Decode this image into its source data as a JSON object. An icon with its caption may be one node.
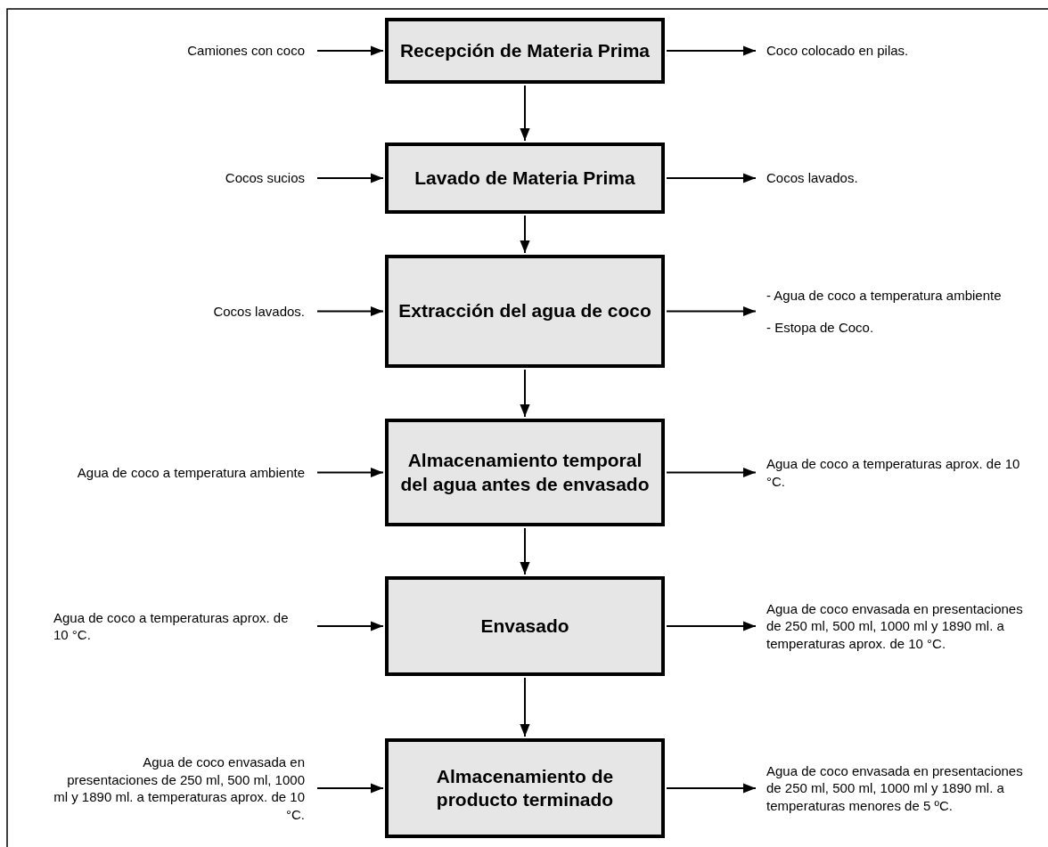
{
  "diagram": {
    "nodes": [
      {
        "text": [
          "Camiones con coco"
        ]
      },
      {
        "text": [
          "Recepción de Materia Prima"
        ]
      },
      {
        "text": [
          "Coco colocado en pilas."
        ]
      },
      {
        "text": [
          "Cocos sucios"
        ]
      },
      {
        "text": [
          "Lavado de Materia Prima"
        ]
      },
      {
        "text": [
          "Cocos lavados."
        ]
      },
      {
        "text": [
          "Cocos lavados."
        ]
      },
      {
        "text": [
          "Extracción del agua de coco"
        ]
      },
      {
        "text": [
          "- Agua de coco a temperatura ambiente",
          "- Estopa de Coco."
        ]
      },
      {
        "text": [
          "Agua de coco a temperatura ambiente"
        ]
      },
      {
        "text": [
          "Almacenamiento temporal del agua antes de envasado"
        ]
      },
      {
        "text": [
          "Agua de coco a temperaturas aprox. de 10 °C."
        ]
      },
      {
        "text": [
          "Agua de coco a temperaturas aprox. de 10 °C."
        ]
      },
      {
        "text": [
          "Envasado"
        ]
      },
      {
        "text": [
          "Agua de coco envasada en presentaciones de 250 ml, 500 ml, 1000 ml y 1890 ml. a temperaturas aprox. de 10 °C."
        ]
      },
      {
        "text": [
          "Agua de coco envasada en presentaciones de 250 ml, 500 ml, 1000 ml y 1890 ml. a temperaturas aprox. de 10 °C."
        ]
      },
      {
        "text": [
          "Almacenamiento de producto terminado"
        ]
      },
      {
        "text": [
          "Agua de coco envasada en presentaciones de 250 ml, 500 ml, 1000 ml y 1890 ml. a temperaturas menores de 5 ºC."
        ]
      }
    ],
    "edges": [
      {
        "from": 0,
        "to": 1,
        "arrow": "to"
      },
      {
        "from": 1,
        "to": 2,
        "arrow": "to"
      },
      {
        "from": 1,
        "to": 4,
        "arrow": "to"
      },
      {
        "from": 3,
        "to": 4,
        "arrow": "to"
      },
      {
        "from": 4,
        "to": 5,
        "arrow": "to"
      },
      {
        "from": 4,
        "to": 7,
        "arrow": "to"
      },
      {
        "from": 6,
        "to": 7,
        "arrow": "to"
      },
      {
        "from": 7,
        "to": 8,
        "arrow": "to"
      },
      {
        "from": 7,
        "to": 10,
        "arrow": "to"
      },
      {
        "from": 9,
        "to": 10,
        "arrow": "to"
      },
      {
        "from": 10,
        "to": 11,
        "arrow": "to"
      },
      {
        "from": 10,
        "to": 13,
        "arrow": "to"
      },
      {
        "from": 12,
        "to": 13,
        "arrow": "to"
      },
      {
        "from": 13,
        "to": 14,
        "arrow": "to"
      },
      {
        "from": 13,
        "to": 16,
        "arrow": "to"
      },
      {
        "from": 15,
        "to": 16,
        "arrow": "to"
      },
      {
        "from": 16,
        "to": 17,
        "arrow": "to"
      }
    ]
  }
}
